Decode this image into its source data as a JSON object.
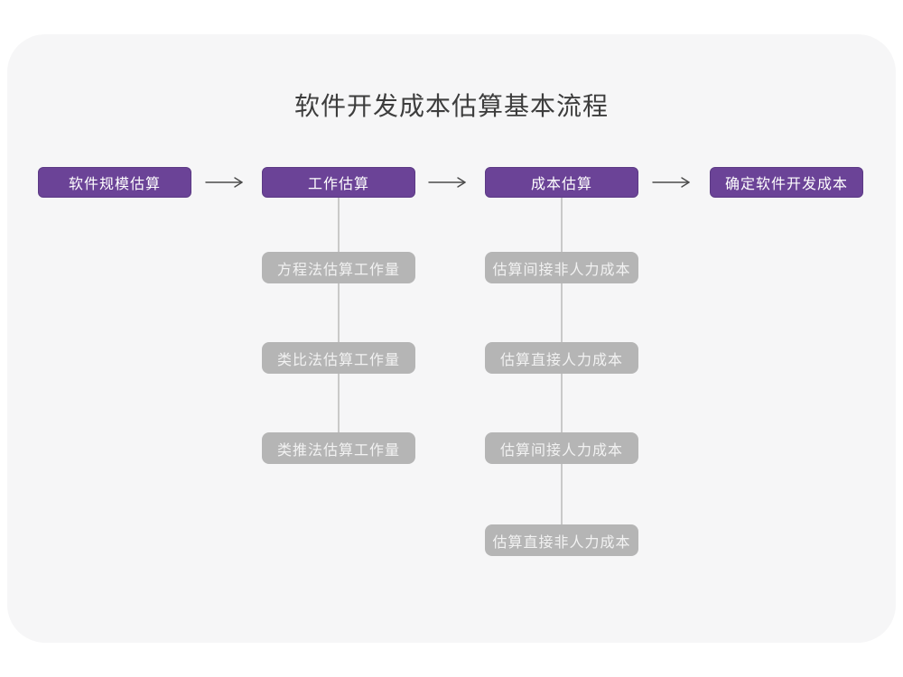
{
  "title": "软件开发成本估算基本流程",
  "colors": {
    "accent_purple": "#6b4397",
    "accent_purple_border": "#5c3a85",
    "sub_node_gray": "#b5b5b5",
    "sub_node_text": "#f2f2f2",
    "connector_line": "#c9c9c9",
    "arrow": "#4a4a4a",
    "card_background": "#f6f6f7",
    "title_text": "#3d3d3d",
    "main_node_text": "#ffffff"
  },
  "flow": {
    "main_steps": [
      {
        "label": "软件规模估算"
      },
      {
        "label": "工作估算"
      },
      {
        "label": "成本估算"
      },
      {
        "label": "确定软件开发成本"
      }
    ],
    "work_estimation_methods": [
      "方程法估算工作量",
      "类比法估算工作量",
      "类推法估算工作量"
    ],
    "cost_estimation_steps": [
      "估算间接非人力成本",
      "估算直接人力成本",
      "估算间接人力成本",
      "估算直接非人力成本"
    ]
  }
}
